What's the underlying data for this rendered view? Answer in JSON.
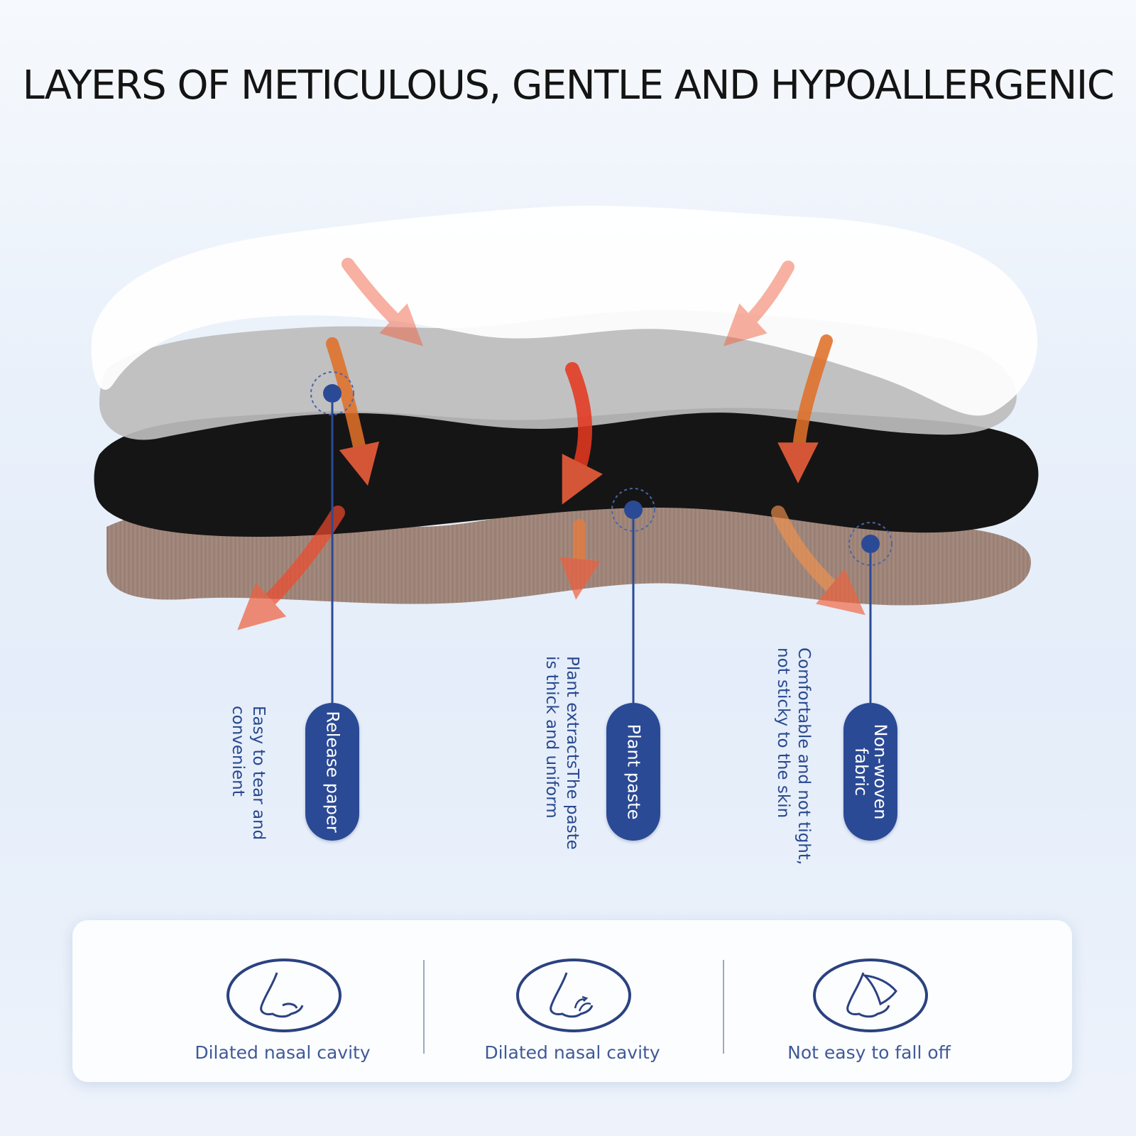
{
  "headline": "LAYERS OF METICULOUS, GENTLE AND HYPOALLERGENIC",
  "layers": [
    {
      "label": "Release paper",
      "description_lines": [
        "Easy to tear and",
        "convenient"
      ]
    },
    {
      "label": "Plant paste",
      "description_lines": [
        "Plant extractsThe paste",
        "is thick and uniform"
      ]
    },
    {
      "label_lines": [
        "Non-woven",
        "fabric"
      ],
      "description_lines": [
        "Comfortable and not tight,",
        "not sticky to the skin"
      ]
    }
  ],
  "features": [
    {
      "icon": "nose-icon",
      "label": "Dilated nasal cavity"
    },
    {
      "icon": "nose-airflow-icon",
      "label": "Dilated nasal cavity"
    },
    {
      "icon": "nose-patch-icon",
      "label": "Not easy to fall off"
    }
  ],
  "colors": {
    "pill": "#2b4a95",
    "text_blue": "#28488f",
    "arrow": "#ef5a3a",
    "black_layer": "#151515",
    "fabric_layer": "#9a7d6f"
  }
}
